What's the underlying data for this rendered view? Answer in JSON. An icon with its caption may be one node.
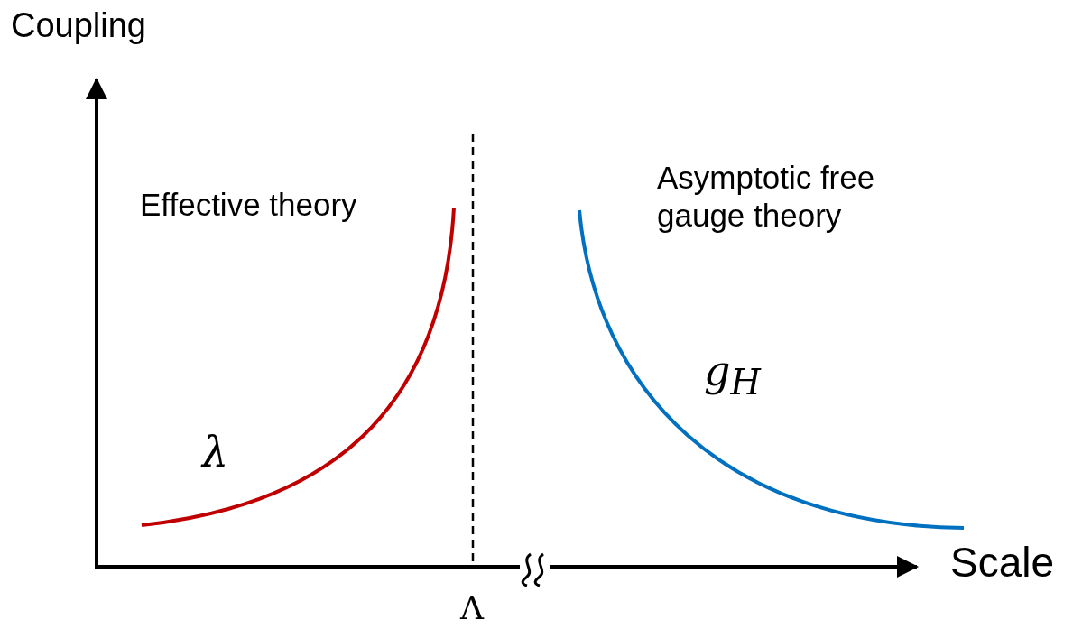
{
  "diagram": {
    "labels": [
      "Coupling",
      "Effective theory",
      "Asymptotic free gauge theory",
      "g$_{H}$",
      "λ",
      "Scale",
      "Λ"
    ]
  }
}
